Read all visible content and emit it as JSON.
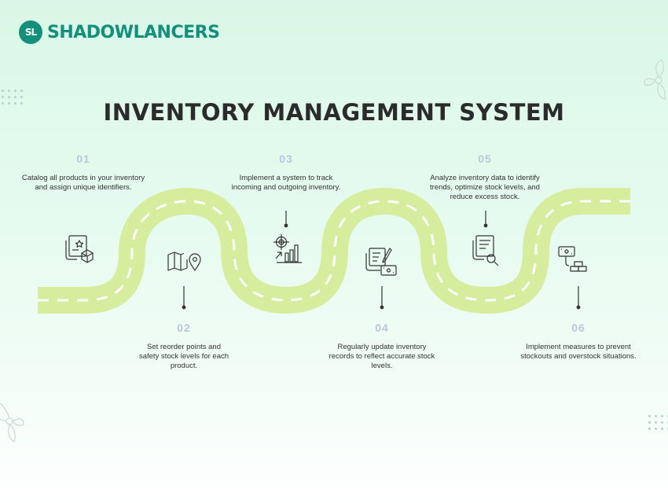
{
  "brand": {
    "badge": "SL",
    "name": "SHADOWLANCERS"
  },
  "title": "INVENTORY MANAGEMENT SYSTEM",
  "steps": [
    {
      "number": "01",
      "text": "Catalog all products in your inventory and assign unique identifiers.",
      "icon": "catalog-box-icon"
    },
    {
      "number": "02",
      "text": "Set reorder points and safety stock levels for each product.",
      "icon": "map-pin-icon"
    },
    {
      "number": "03",
      "text": "Implement a system to track incoming and outgoing inventory.",
      "icon": "target-bar-chart-icon"
    },
    {
      "number": "04",
      "text": "Regularly update inventory records to reflect accurate stock levels.",
      "icon": "edit-document-icon"
    },
    {
      "number": "05",
      "text": "Analyze inventory data to identify trends, optimize stock levels, and reduce excess stock.",
      "icon": "document-search-icon"
    },
    {
      "number": "06",
      "text": "Implement measures to prevent stockouts and overstock situations.",
      "icon": "cash-gold-icon"
    }
  ],
  "colors": {
    "road": "#d6ed9e",
    "brand": "#13907b",
    "number": "#b9c7dd",
    "title": "#2b2b2b"
  }
}
